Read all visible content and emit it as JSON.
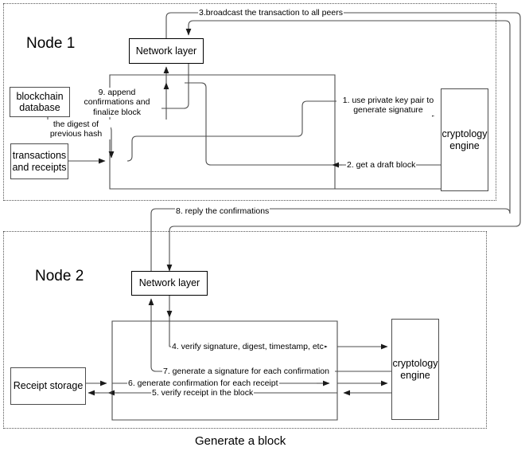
{
  "diagram": {
    "caption": "Generate a block",
    "nodes": [
      {
        "id": "node1",
        "title": "Node 1",
        "boxes": [
          {
            "key": "network_layer",
            "label": "Network layer"
          },
          {
            "key": "blockchain_database",
            "label": "blockchain\ndatabase"
          },
          {
            "key": "transactions_receipts",
            "label": "transactions\nand receipts"
          },
          {
            "key": "cryptology_engine",
            "label": "cryptology\nengine"
          },
          {
            "key": "core_container",
            "label": ""
          }
        ],
        "labels": [
          {
            "key": "step3",
            "text": "3.broadcast the transaction to all peers"
          },
          {
            "key": "step9",
            "text": "9. append\nconfirmations and\nfinalize block"
          },
          {
            "key": "digest",
            "text": "the digest of\nprevious hash"
          },
          {
            "key": "step1",
            "text": "1. use private key pair to\ngenerate signature"
          },
          {
            "key": "step2",
            "text": "2. get a draft block"
          }
        ]
      },
      {
        "id": "node2",
        "title": "Node 2",
        "boxes": [
          {
            "key": "network_layer",
            "label": "Network layer"
          },
          {
            "key": "receipt_storage",
            "label": "Receipt storage"
          },
          {
            "key": "cryptology_engine",
            "label": "cryptology\nengine"
          },
          {
            "key": "core_container",
            "label": ""
          }
        ],
        "labels": [
          {
            "key": "step8",
            "text": "8. reply the confirmations"
          },
          {
            "key": "step4",
            "text": "4. verify signature, digest, timestamp, etc"
          },
          {
            "key": "step7",
            "text": "7. generate a signature for each confirmation"
          },
          {
            "key": "step6",
            "text": "6. generate confirmation for each receipt"
          },
          {
            "key": "step5",
            "text": "5. verify receipt in the block"
          }
        ]
      }
    ],
    "colors": {
      "stroke": "#4d4d4d",
      "stroke_thin": "#000000",
      "dotted_border": "#555555",
      "background": "#ffffff",
      "text": "#000000"
    }
  }
}
